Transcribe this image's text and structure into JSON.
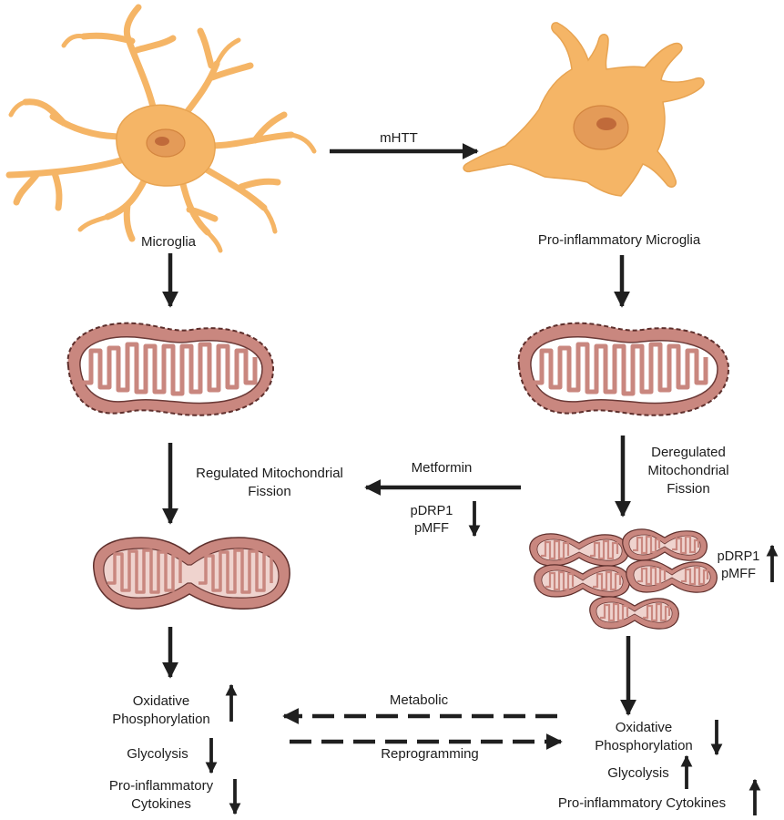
{
  "nodes": {
    "microglia": "Microglia",
    "pro_microglia": "Pro-inflammatory Microglia"
  },
  "edges": {
    "mhtt": "mHTT",
    "regulated_fission": [
      "Regulated Mitochondrial",
      "Fission"
    ],
    "deregulated_fission": [
      "Deregulated",
      "Mitochondrial",
      "Fission"
    ],
    "metformin": "Metformin",
    "metabolic": "Metabolic",
    "reprogramming": "Reprogramming"
  },
  "markers": {
    "middle": {
      "pdrp1": "pDRP1",
      "pmff": "pMFF",
      "direction": "down"
    },
    "right": {
      "pdrp1": "pDRP1",
      "pmff": "pMFF",
      "direction": "up"
    }
  },
  "left_outcomes": {
    "oxphos": [
      "Oxidative",
      "Phosphorylation"
    ],
    "oxphos_direction": "up",
    "glycolysis": "Glycolysis",
    "glycolysis_direction": "down",
    "cytokines": [
      "Pro-inflammatory",
      "Cytokines"
    ],
    "cytokines_direction": "down"
  },
  "right_outcomes": {
    "oxphos": [
      "Oxidative",
      "Phosphorylation"
    ],
    "oxphos_direction": "down",
    "glycolysis": "Glycolysis",
    "glycolysis_direction": "up",
    "cytokines": "Pro-inflammatory Cytokines",
    "cytokines_direction": "up"
  },
  "colors": {
    "cell_fill": "#F5B566",
    "cell_edge": "#E29A45",
    "nucleus": "#DE8B4C",
    "mito_outer": "#C9877F",
    "mito_inner": "#EFD3CE",
    "mito_edge": "#5E2F2C",
    "arrow": "#1f1f1f"
  }
}
